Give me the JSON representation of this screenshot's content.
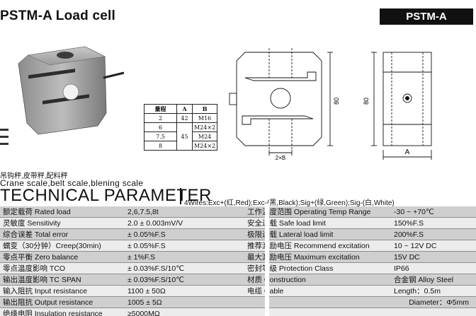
{
  "header": {
    "title": "PSTM-A  Load cell",
    "model_tag": "PSTM-A"
  },
  "drawing": {
    "side_dimension": "80",
    "front_dimension": "80",
    "hole_dimension": "2×B",
    "width_label": "A"
  },
  "size_table": {
    "headers": [
      "量程",
      "A",
      "B"
    ],
    "rows": [
      {
        "range": "2",
        "a": "42",
        "b": "M16"
      },
      {
        "range": "6",
        "a": "",
        "b": "M24×2"
      },
      {
        "range": "7.5",
        "a": "45",
        "b": "M24"
      },
      {
        "range": "8",
        "a": "",
        "b": "M24×2"
      }
    ]
  },
  "applications": {
    "cn": "吊钩秤,皮带秤,配料秤",
    "en": "Crane scale,belt scale,blening scale"
  },
  "technical": {
    "heading": "TECHNICAL PARAMETER",
    "wires": "4Wires:Exc+(红,Red);Exc-(黑,Black);Sig+(绿,Green);Sig-(白,White)"
  },
  "params_left": [
    {
      "label": "额定载荷 Rated load",
      "value": "2,6,7.5,8t"
    },
    {
      "label": "灵敏度 Sensitivity",
      "value": "2.0 ± 0.003mV/V"
    },
    {
      "label": "综合误差 Total error",
      "value": "± 0.05%F.S"
    },
    {
      "label": "蠕变（30分钟）Creep(30min)",
      "value": "± 0.05%F.S"
    },
    {
      "label": "零点平衡 Zero balance",
      "value": "± 1%F.S"
    },
    {
      "label": "零点温度影响 TCO",
      "value": "± 0.03%F.S/10℃"
    },
    {
      "label": "输出温度影响 TC SPAN",
      "value": "± 0.03%F.S/10℃"
    },
    {
      "label": "输入阻抗 Input resistance",
      "value": "1100 ± 50Ω"
    },
    {
      "label": "输出阻抗 Output resistance",
      "value": "1005 ± 5Ω"
    },
    {
      "label": "绝缘电阻 Insulation resistance",
      "value": "≥5000MΩ"
    }
  ],
  "params_right": [
    {
      "label": "工作温度范围 Operating Temp Range",
      "value": "-30 ~ +70℃"
    },
    {
      "label": "安全过载 Safe load limit",
      "value": "150%F.S"
    },
    {
      "label": "极限过载 Lateral load limit",
      "value": "200%F.S"
    },
    {
      "label": "推荐激励电压 Recommend excitation",
      "value": "10 ~ 12V DC"
    },
    {
      "label": "最大激励电压 Maximum excitation",
      "value": "15V DC"
    },
    {
      "label": "密封等级 Protection Class",
      "value": "IP66"
    },
    {
      "label": "材质 Construction",
      "value": "合金钢 Alloy Steel"
    },
    {
      "label": "电缆  Cable",
      "value": "Length：0.5m"
    },
    {
      "label": "",
      "value": "Diameter：Φ5mm"
    },
    {
      "label": "",
      "value": ""
    }
  ]
}
